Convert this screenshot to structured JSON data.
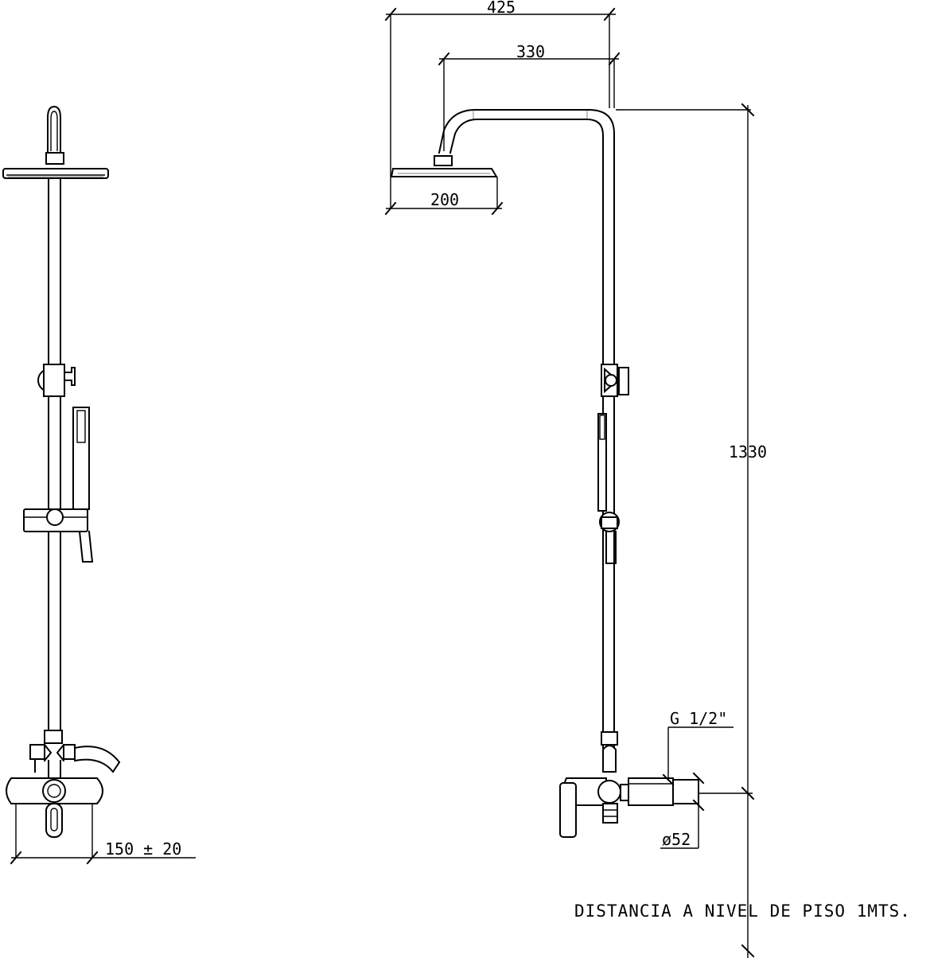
{
  "dimensions": {
    "overall_width": "425",
    "arm_length": "330",
    "head_diameter": "200",
    "height": "1330",
    "connection_thread": "G 1/2\"",
    "flange_diameter": "ø52",
    "inlet_spacing": "150 ± 20"
  },
  "note": "DISTANCIA A NIVEL DE PISO 1MTS."
}
